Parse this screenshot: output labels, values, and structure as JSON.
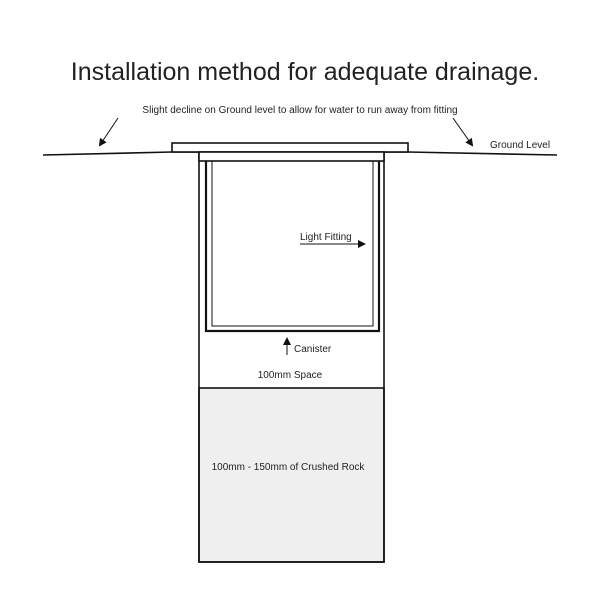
{
  "title": "Installation method for adequate drainage.",
  "labels": {
    "decline_note": "Slight decline on Ground level to allow for water to run away from fitting",
    "ground_level": "Ground Level",
    "light_fitting": "Light Fitting",
    "canister": "Canister",
    "space": "100mm Space",
    "crushed_rock": "100mm - 150mm of Crushed Rock"
  },
  "colors": {
    "line": "#111111",
    "rock_fill": "#efefef"
  }
}
